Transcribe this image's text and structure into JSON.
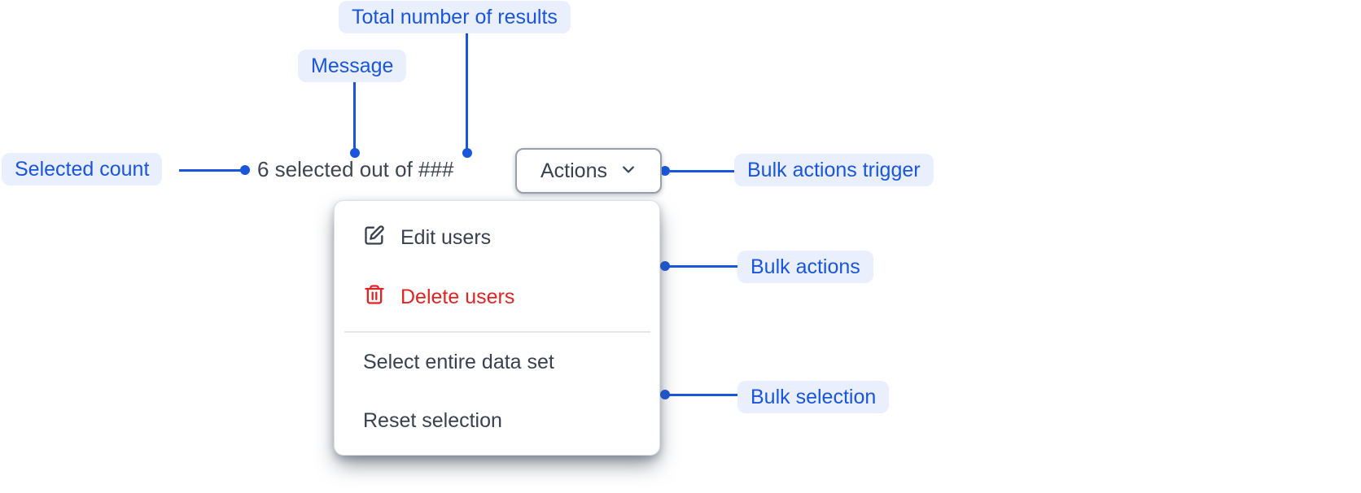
{
  "callouts": {
    "total_results": "Total number of results",
    "message": "Message",
    "selected_count": "Selected count",
    "bulk_actions_trigger": "Bulk actions trigger",
    "bulk_actions": "Bulk actions",
    "bulk_selection": "Bulk selection"
  },
  "selection_bar": {
    "message": "6 selected out of ###",
    "actions_button": {
      "label": "Actions",
      "icon": "chevron-down-icon"
    }
  },
  "bulk_actions_menu": {
    "items": [
      {
        "label": "Edit users",
        "icon": "edit-icon",
        "variant": "default"
      },
      {
        "label": "Delete users",
        "icon": "trash-icon",
        "variant": "danger"
      },
      {
        "label": "Select entire data set",
        "variant": "default"
      },
      {
        "label": "Reset selection",
        "variant": "default"
      }
    ]
  },
  "colors": {
    "callout_background": "#E9EFFC",
    "callout_text": "#1A56DB",
    "connector": "#1A56DB",
    "message_text": "#3F4651",
    "menu_text": "#394150",
    "danger": "#E02424",
    "button_border": "#97A0AD",
    "divider": "#E5E7EB"
  }
}
